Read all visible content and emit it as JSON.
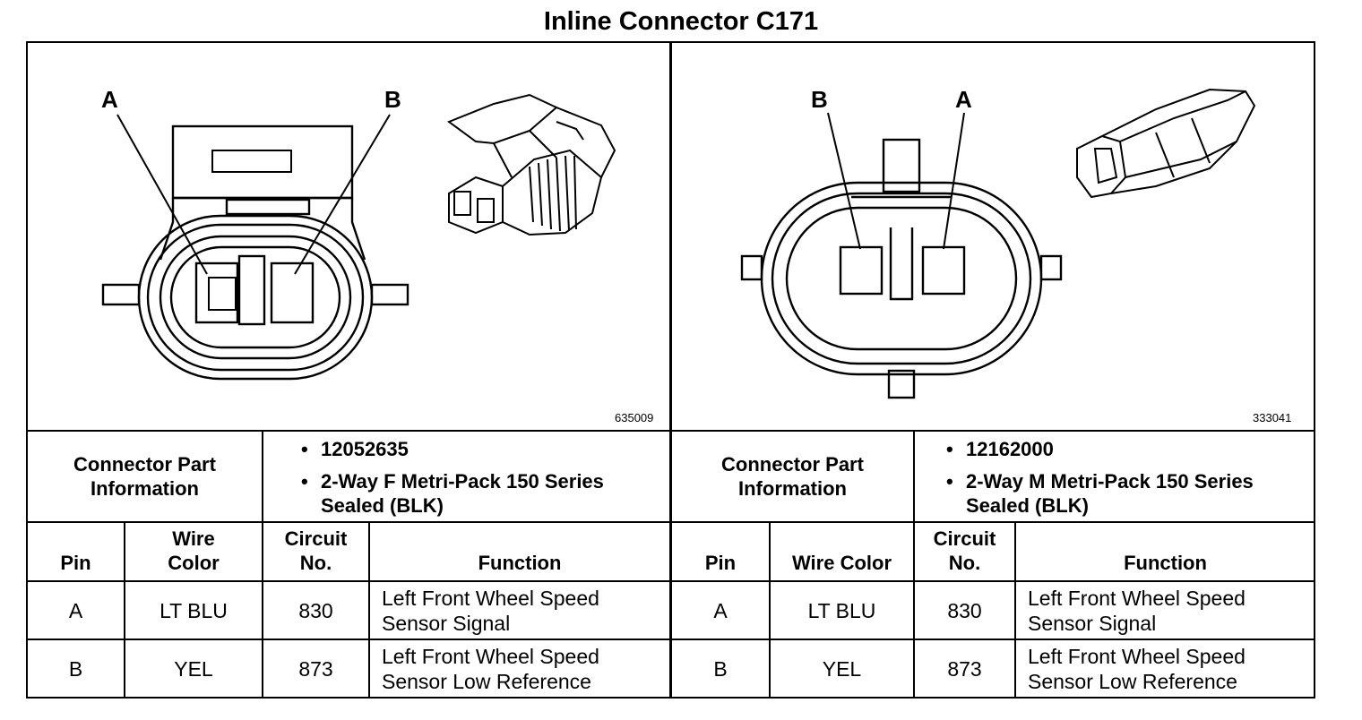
{
  "title": "Inline Connector C171",
  "connectors": [
    {
      "image_id": "635009",
      "pin_labels": [
        "A",
        "B"
      ],
      "info_label": "Connector Part Information",
      "part_number": "12052635",
      "description_line1": "2-Way F Metri-Pack 150 Series",
      "description_line2": "Sealed (BLK)",
      "headers": {
        "pin": "Pin",
        "wire_color": "Wire Color",
        "circuit": "Circuit No.",
        "function": "Function"
      },
      "rows": [
        {
          "pin": "A",
          "wire_color": "LT BLU",
          "circuit": "830",
          "function": "Left Front Wheel Speed Sensor Signal"
        },
        {
          "pin": "B",
          "wire_color": "YEL",
          "circuit": "873",
          "function": "Left Front Wheel Speed Sensor Low Reference"
        }
      ]
    },
    {
      "image_id": "333041",
      "pin_labels": [
        "B",
        "A"
      ],
      "info_label": "Connector Part Information",
      "part_number": "12162000",
      "description_line1": "2-Way M Metri-Pack 150 Series",
      "description_line2": "Sealed (BLK)",
      "headers": {
        "pin": "Pin",
        "wire_color": "Wire Color",
        "circuit": "Circuit No.",
        "function": "Function"
      },
      "rows": [
        {
          "pin": "A",
          "wire_color": "LT BLU",
          "circuit": "830",
          "function": "Left Front Wheel Speed Sensor Signal"
        },
        {
          "pin": "B",
          "wire_color": "YEL",
          "circuit": "873",
          "function": "Left Front Wheel Speed Sensor Low Reference"
        }
      ]
    }
  ]
}
